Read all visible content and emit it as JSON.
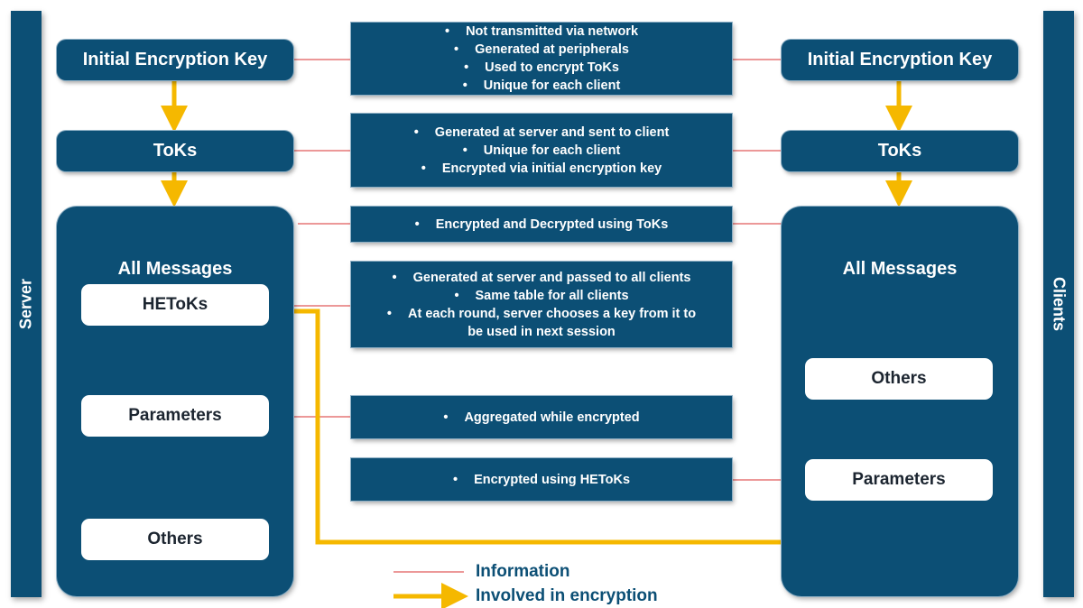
{
  "sides": {
    "server": "Server",
    "clients": "Clients"
  },
  "left": {
    "initial_key": "Initial Encryption Key",
    "toks": "ToKs",
    "panel_title": "All Messages",
    "hetoks": "HEToKs",
    "parameters": "Parameters",
    "others": "Others"
  },
  "right": {
    "initial_key": "Initial Encryption Key",
    "toks": "ToKs",
    "panel_title": "All Messages",
    "others": "Others",
    "parameters": "Parameters"
  },
  "info": {
    "initial_key": [
      "Not transmitted via network",
      "Generated at peripherals",
      "Used to encrypt ToKs",
      "Unique for each client"
    ],
    "toks": [
      "Generated at server and sent to client",
      "Unique for each client",
      "Encrypted via initial encryption key"
    ],
    "all_messages": [
      "Encrypted and Decrypted using ToKs"
    ],
    "hetoks": [
      "Generated at server and passed to all clients",
      "Same table for all clients",
      "At each round, server chooses a key from it to",
      "be used in next session"
    ],
    "parameters_server": [
      "Aggregated while encrypted"
    ],
    "parameters_client": [
      "Encrypted using HEToKs"
    ]
  },
  "legend": {
    "information": "Information",
    "encryption": "Involved in encryption"
  },
  "colors": {
    "navy": "#0c4f75",
    "arrow": "#f5b800",
    "line": "#e05a5a"
  }
}
